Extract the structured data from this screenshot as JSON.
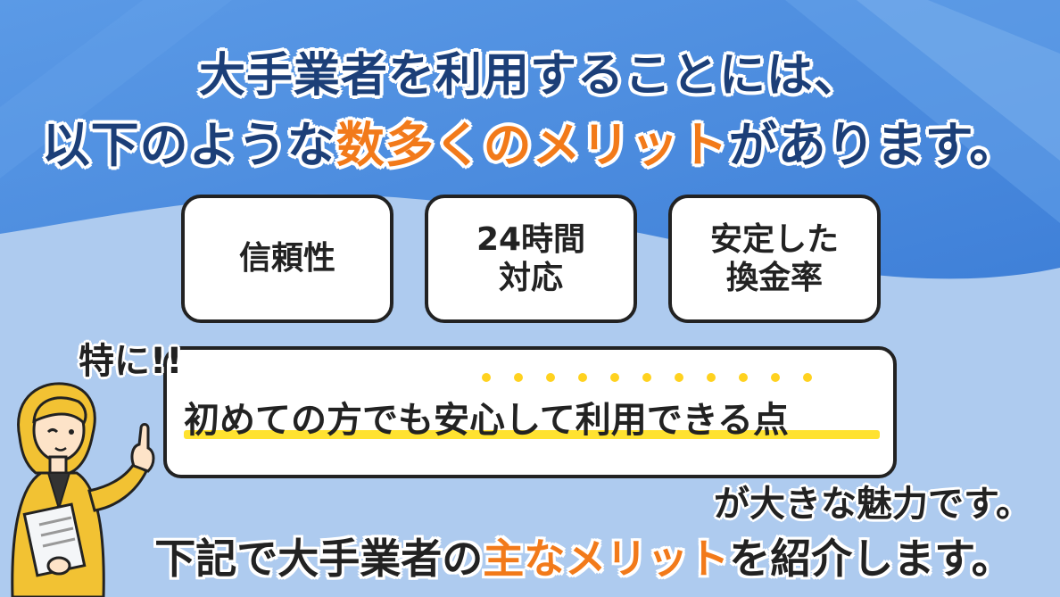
{
  "headline": {
    "line1": "大手業者を利用することには、",
    "line2_before": "以下のような",
    "line2_highlight": "数多くのメリット",
    "line2_after": "があります。"
  },
  "features": [
    {
      "line1": "信頼性",
      "line2": ""
    },
    {
      "line1": "24時間",
      "line2": "対応"
    },
    {
      "line1": "安定した",
      "line2": "換金率"
    }
  ],
  "callout": {
    "lead": "特に!!",
    "main": "初めての方でも安心して利用できる点",
    "trail": "が大きな魅力です。"
  },
  "bottom": {
    "before": "下記で大手業者の",
    "highlight": "主なメリット",
    "after": "を紹介します。"
  },
  "colors": {
    "accent_orange": "#f27a1a",
    "heading_navy": "#1c3f78",
    "underline_yellow": "#ffe230",
    "bg_blue": "#4f8fe0",
    "bg_light": "#aecbef"
  },
  "icons": {
    "character": "businesswoman-pointing-icon"
  }
}
